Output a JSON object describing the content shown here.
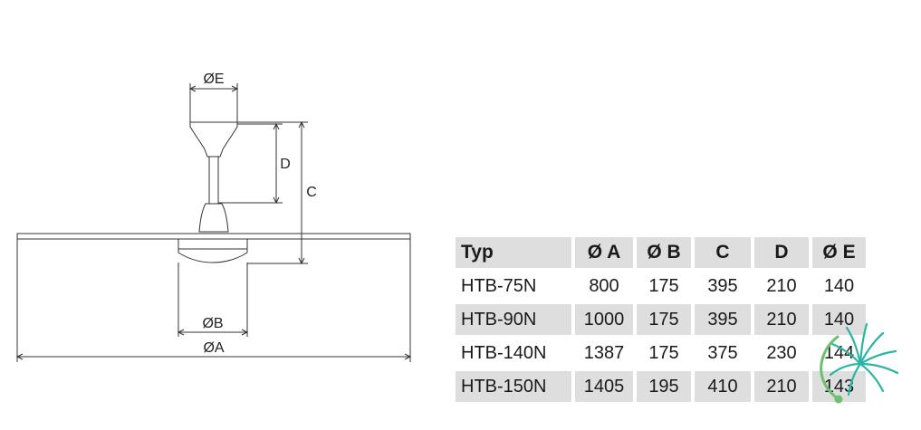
{
  "diagram": {
    "labels": {
      "e": "ØE",
      "d": "D",
      "c": "C",
      "b": "ØB",
      "a": "ØA"
    }
  },
  "table": {
    "headers": [
      "Typ",
      "Ø A",
      "Ø B",
      "C",
      "D",
      "Ø E"
    ],
    "rows": [
      [
        "HTB-75N",
        "800",
        "175",
        "395",
        "210",
        "140"
      ],
      [
        "HTB-90N",
        "1000",
        "175",
        "395",
        "210",
        "140"
      ],
      [
        "HTB-140N",
        "1387",
        "175",
        "375",
        "230",
        "144"
      ],
      [
        "HTB-150N",
        "1405",
        "195",
        "410",
        "210",
        "143"
      ]
    ]
  },
  "colors": {
    "line": "#333333",
    "table_shade": "#dedede",
    "watermark_teal": "#2ab5a5",
    "watermark_green": "#6cc070"
  },
  "icons": {
    "watermark": "fan-logo-icon"
  }
}
